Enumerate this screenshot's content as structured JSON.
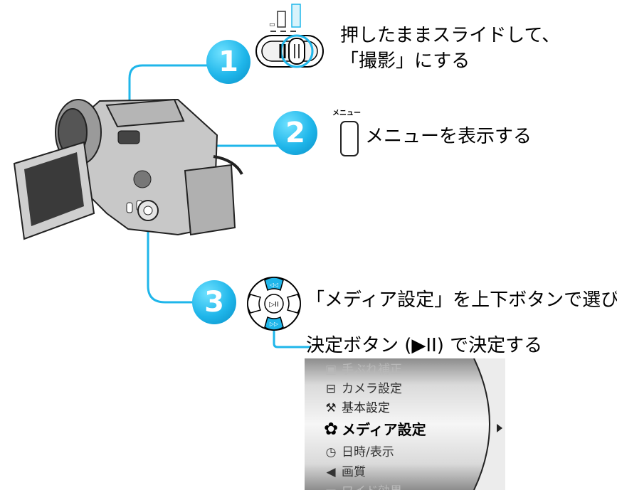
{
  "steps": [
    {
      "number": "1",
      "text_line1": "押したままスライドして、",
      "text_line2": "「撮影」にする"
    },
    {
      "number": "2",
      "button_caption": "メニュー",
      "text": "メニューを表示する"
    },
    {
      "number": "3",
      "text_line1": "「メディア設定」を上下ボタンで選び、",
      "text_line2": "決定ボタン (▶II) で決定する"
    }
  ],
  "colors": {
    "accent": "#1fb6ea",
    "line": "#1fb6ea"
  },
  "menu": {
    "items": [
      {
        "icon": "camera-shake-icon",
        "label": "手ぶれ補正",
        "state": "faded"
      },
      {
        "icon": "camera-settings-icon",
        "label": "カメラ設定",
        "state": "normal"
      },
      {
        "icon": "tools-icon",
        "label": "基本設定",
        "state": "normal"
      },
      {
        "icon": "media-icon",
        "label": "メディア設定",
        "state": "selected"
      },
      {
        "icon": "clock-icon",
        "label": "日時/表示",
        "state": "normal"
      },
      {
        "icon": "quality-icon",
        "label": "画質",
        "state": "normal"
      },
      {
        "icon": "wide-effect-icon",
        "label": "ワイド効果",
        "state": "faded"
      }
    ],
    "submenu_indicator": "arrow-right-icon"
  }
}
